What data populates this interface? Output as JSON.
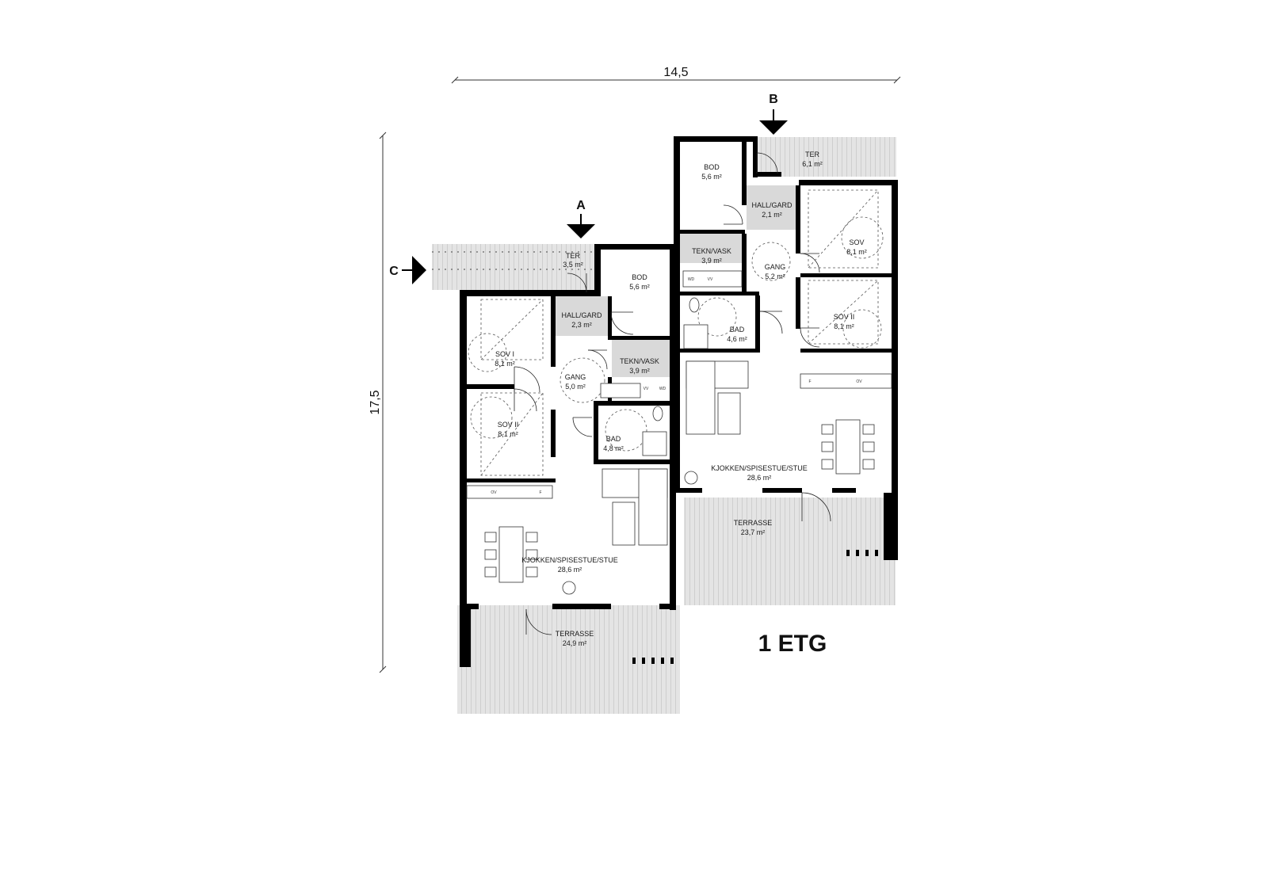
{
  "plan": {
    "title": "1 ETG",
    "dims": {
      "width": "14,5",
      "height": "17,5"
    },
    "section_markers": [
      "A",
      "B",
      "C"
    ],
    "appliance_labels": [
      "WD",
      "VV",
      "OV",
      "F"
    ],
    "rooms": [
      {
        "id": "ter-left",
        "name": "TER",
        "area": "3,5 m²"
      },
      {
        "id": "bod-left",
        "name": "BOD",
        "area": "5,6 m²"
      },
      {
        "id": "hall-left",
        "name": "HALL/GARD",
        "area": "2,3 m²"
      },
      {
        "id": "sov1-left",
        "name": "SOV I",
        "area": "8,1 m²"
      },
      {
        "id": "gang-left",
        "name": "GANG",
        "area": "5,0 m²"
      },
      {
        "id": "tekn-left",
        "name": "TEKN/VASK",
        "area": "3,9 m²"
      },
      {
        "id": "sov2-left",
        "name": "SOV II",
        "area": "8,1 m²"
      },
      {
        "id": "bad-left",
        "name": "BAD",
        "area": "4,8 m²"
      },
      {
        "id": "kjokken-left",
        "name": "KJOKKEN/SPISESTUE/STUE",
        "area": "28,6 m²"
      },
      {
        "id": "terrasse-left",
        "name": "TERRASSE",
        "area": "24,9 m²"
      },
      {
        "id": "bod-right",
        "name": "BOD",
        "area": "5,6 m²"
      },
      {
        "id": "ter-right",
        "name": "TER",
        "area": "6,1 m²"
      },
      {
        "id": "hall-right",
        "name": "HALL/GARD",
        "area": "2,1 m²"
      },
      {
        "id": "sov1-right",
        "name": "SOV",
        "area": "8,1 m²"
      },
      {
        "id": "tekn-right",
        "name": "TEKN/VASK",
        "area": "3,9 m²"
      },
      {
        "id": "gang-right",
        "name": "GANG",
        "area": "5,2 m²"
      },
      {
        "id": "sov2-right",
        "name": "SOV II",
        "area": "8,1 m²"
      },
      {
        "id": "bad-right",
        "name": "BAD",
        "area": "4,6 m²"
      },
      {
        "id": "kjokken-right",
        "name": "KJOKKEN/SPISESTUE/STUE",
        "area": "28,6 m²"
      },
      {
        "id": "terrasse-right",
        "name": "TERRASSE",
        "area": "23,7 m²"
      }
    ]
  }
}
